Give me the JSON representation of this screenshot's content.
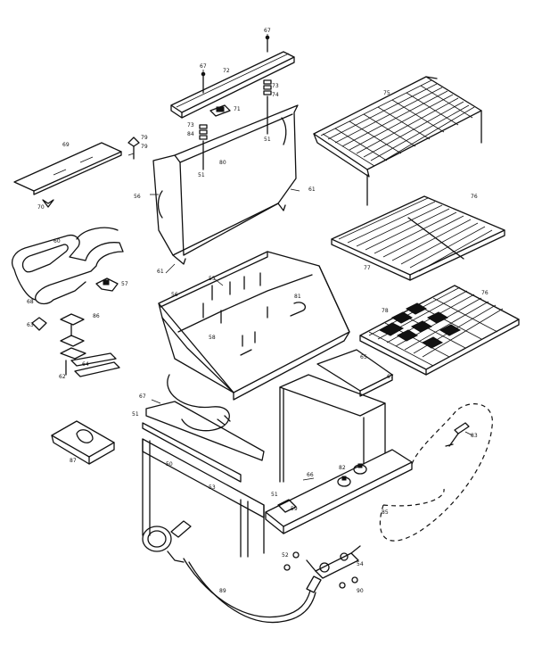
{
  "callouts": [
    {
      "id": "c-top-67",
      "label": "67"
    },
    {
      "id": "c-top-67b",
      "label": "67"
    },
    {
      "id": "c-72",
      "label": "72"
    },
    {
      "id": "c-73",
      "label": "73"
    },
    {
      "id": "c-74",
      "label": "74"
    },
    {
      "id": "c-71",
      "label": "71"
    },
    {
      "id": "c-73b",
      "label": "73"
    },
    {
      "id": "c-84",
      "label": "84"
    },
    {
      "id": "c-51a",
      "label": "51"
    },
    {
      "id": "c-80",
      "label": "80"
    },
    {
      "id": "c-51b",
      "label": "51"
    },
    {
      "id": "c-69",
      "label": "69"
    },
    {
      "id": "c-79a",
      "label": "79"
    },
    {
      "id": "c-79b",
      "label": "79"
    },
    {
      "id": "c-56",
      "label": "56"
    },
    {
      "id": "c-61a",
      "label": "61"
    },
    {
      "id": "c-70",
      "label": "70"
    },
    {
      "id": "c-61b",
      "label": "61"
    },
    {
      "id": "c-60",
      "label": "60"
    },
    {
      "id": "c-57",
      "label": "57"
    },
    {
      "id": "c-56b",
      "label": "56"
    },
    {
      "id": "c-55",
      "label": "55"
    },
    {
      "id": "c-81",
      "label": "81"
    },
    {
      "id": "c-68",
      "label": "68"
    },
    {
      "id": "c-86",
      "label": "86"
    },
    {
      "id": "c-63",
      "label": "63"
    },
    {
      "id": "c-64",
      "label": "64"
    },
    {
      "id": "c-62",
      "label": "62"
    },
    {
      "id": "c-58",
      "label": "58"
    },
    {
      "id": "c-75",
      "label": "75"
    },
    {
      "id": "c-76",
      "label": "76"
    },
    {
      "id": "c-77",
      "label": "77"
    },
    {
      "id": "c-78",
      "label": "78"
    },
    {
      "id": "c-76b",
      "label": "76"
    },
    {
      "id": "c-65",
      "label": "65"
    },
    {
      "id": "c-67c",
      "label": "67"
    },
    {
      "id": "c-67d",
      "label": "67"
    },
    {
      "id": "c-51c",
      "label": "51"
    },
    {
      "id": "c-50",
      "label": "50"
    },
    {
      "id": "c-87",
      "label": "87"
    },
    {
      "id": "c-53",
      "label": "53"
    },
    {
      "id": "c-51d",
      "label": "51"
    },
    {
      "id": "c-59",
      "label": "59"
    },
    {
      "id": "c-66",
      "label": "66"
    },
    {
      "id": "c-52",
      "label": "52"
    },
    {
      "id": "c-54",
      "label": "54"
    },
    {
      "id": "c-82",
      "label": "82"
    },
    {
      "id": "c-85",
      "label": "85"
    },
    {
      "id": "c-89",
      "label": "89"
    },
    {
      "id": "c-83",
      "label": "83"
    },
    {
      "id": "c-90",
      "label": "90"
    }
  ]
}
